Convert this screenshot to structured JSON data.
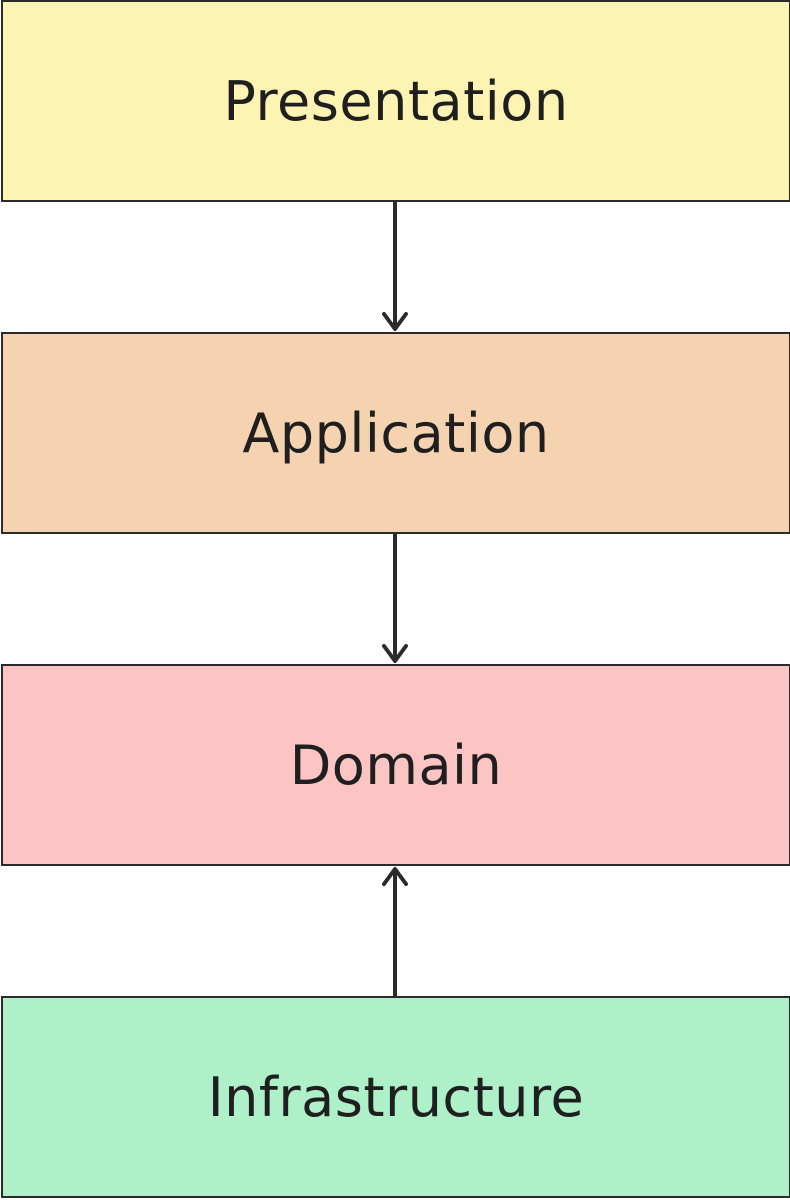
{
  "layers": [
    {
      "label": "Presentation",
      "color": "#fdf4b3"
    },
    {
      "label": "Application",
      "color": "#f6d3b0"
    },
    {
      "label": "Domain",
      "color": "#fdc4c4"
    },
    {
      "label": "Infrastructure",
      "color": "#aef0c8"
    }
  ],
  "arrows": [
    {
      "from": "Presentation",
      "to": "Application"
    },
    {
      "from": "Application",
      "to": "Domain"
    },
    {
      "from": "Infrastructure",
      "to": "Domain"
    }
  ],
  "colors": {
    "stroke": "#2b2b2b",
    "text": "#1f1f1f"
  }
}
